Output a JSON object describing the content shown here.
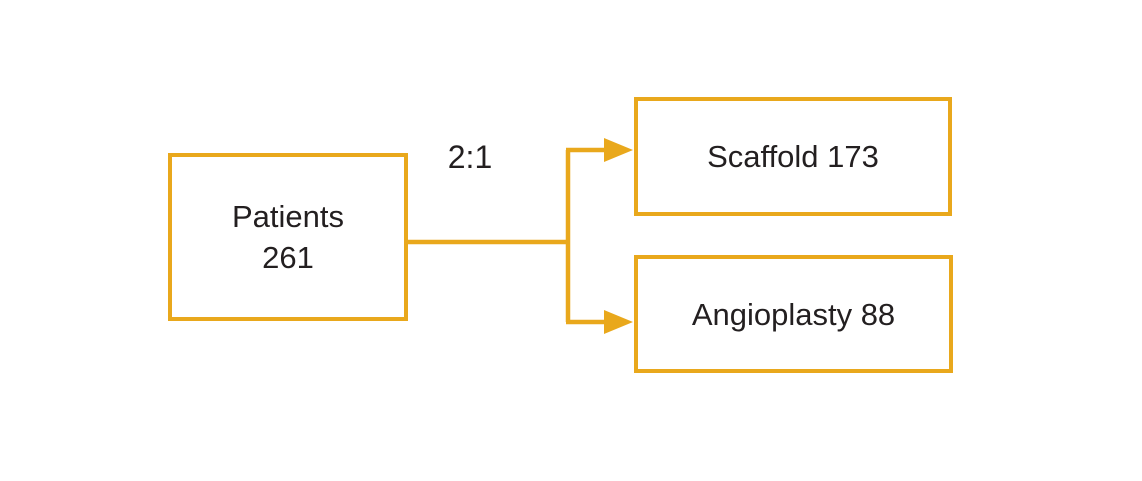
{
  "diagram": {
    "type": "flowchart",
    "ratio_label": "2:1",
    "nodes": {
      "patients": {
        "line1": "Patients",
        "line2": "261"
      },
      "scaffold": {
        "label": "Scaffold 173"
      },
      "angioplasty": {
        "label": "Angioplasty 88"
      }
    },
    "edges": [
      {
        "from": "patients",
        "to": "scaffold",
        "label": "2:1",
        "arrow": true
      },
      {
        "from": "patients",
        "to": "angioplasty",
        "label": "2:1",
        "arrow": true
      }
    ]
  },
  "colors": {
    "accent": "#E9A81C",
    "text": "#231F20",
    "background": "#FFFFFF"
  }
}
